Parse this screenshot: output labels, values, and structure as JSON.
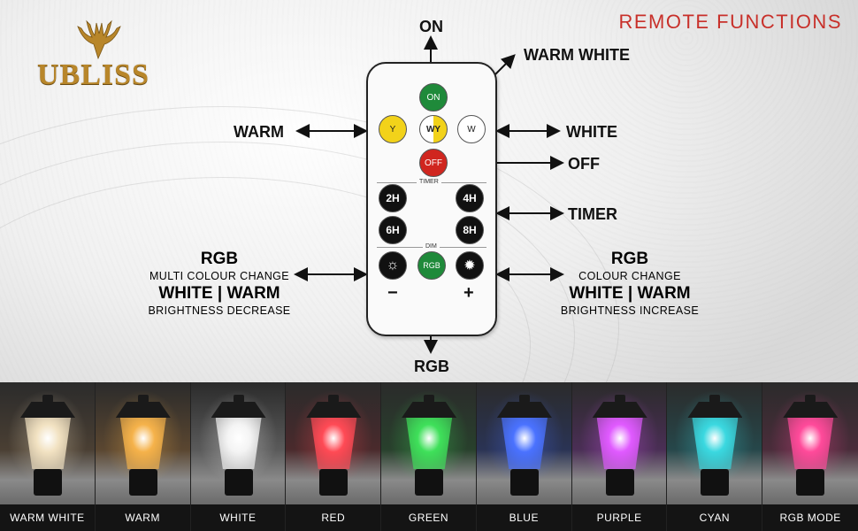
{
  "brand": {
    "name": "UBLISS"
  },
  "headline": "REMOTE FUNCTIONS",
  "remote": {
    "on": "ON",
    "y": "Y",
    "wy": "WY",
    "w": "W",
    "off": "OFF",
    "timer_label": "TIMER",
    "t2": "2H",
    "t4": "4H",
    "t6": "6H",
    "t8": "8H",
    "dim_label": "DIM",
    "rgb": "RGB",
    "minus": "−",
    "plus": "+"
  },
  "callouts": {
    "on": "ON",
    "warm_white": "WARM WHITE",
    "warm": "WARM",
    "white": "WHITE",
    "off": "OFF",
    "timer": "TIMER",
    "rgb_bottom": "RGB",
    "left": {
      "title": "RGB",
      "sub1": "MULTI COLOUR CHANGE",
      "title2": "WHITE | WARM",
      "sub2": "BRIGHTNESS DECREASE"
    },
    "right": {
      "title": "RGB",
      "sub1": "COLOUR CHANGE",
      "title2": "WHITE | WARM",
      "sub2": "BRIGHTNESS INCREASE"
    }
  },
  "modes": [
    {
      "label": "WARM WHITE",
      "glow": "#f2e2c2",
      "bg": "#4a3f33"
    },
    {
      "label": "WARM",
      "glow": "#f5b24a",
      "bg": "#5a4630"
    },
    {
      "label": "WHITE",
      "glow": "#f4f4f4",
      "bg": "#5a5a5a"
    },
    {
      "label": "RED",
      "glow": "#ff4a55",
      "bg": "#4a2a2c"
    },
    {
      "label": "GREEN",
      "glow": "#3fe05a",
      "bg": "#28402c"
    },
    {
      "label": "BLUE",
      "glow": "#4a72ff",
      "bg": "#2a3354"
    },
    {
      "label": "PURPLE",
      "glow": "#e05aff",
      "bg": "#4a2e55"
    },
    {
      "label": "CYAN",
      "glow": "#3ad8e0",
      "bg": "#26474a"
    },
    {
      "label": "RGB MODE",
      "glow": "#ff4a9a",
      "bg": "#4a2c3a"
    }
  ]
}
